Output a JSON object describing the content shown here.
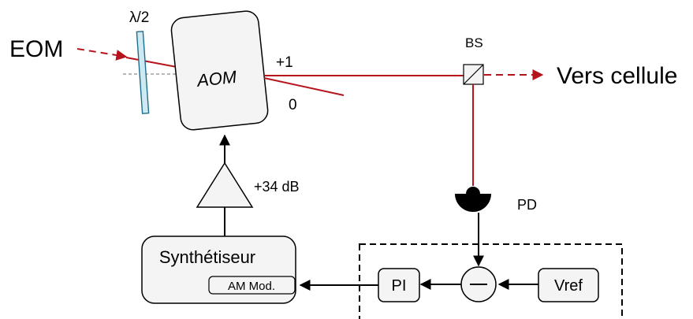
{
  "labels": {
    "eom": "EOM",
    "half_wave_plate": "λ/2",
    "aom": "AOM",
    "order_plus_one": "+1",
    "order_zero": "0",
    "beam_splitter": "BS",
    "output": "Vers cellule",
    "amplifier_gain": "+34 dB",
    "photodiode": "PD",
    "synthesizer": "Synthétiseur",
    "am_mod": "AM Mod.",
    "pi_controller": "PI",
    "reference": "Vref"
  },
  "colors": {
    "laser": "#b5141c",
    "waveplate_fill": "#cfe9f2",
    "box_fill": "#f4f4f4",
    "line": "#000000"
  }
}
